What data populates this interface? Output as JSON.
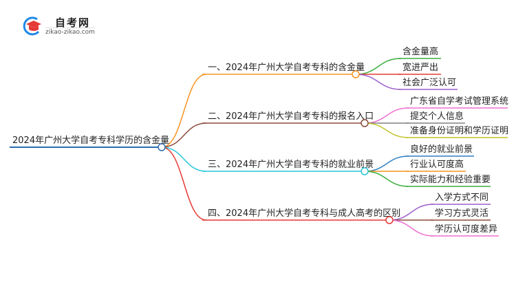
{
  "logo": {
    "title": "自考网",
    "url": "zikao-zikao.com"
  },
  "root": {
    "label": "2024年广州大学自考专科学历的含金量",
    "color": "#2b6cb0"
  },
  "branches": [
    {
      "label": "一、2024年广州大学自考专科的含金量",
      "color": "#f7931e",
      "children": [
        {
          "label": "含金量高",
          "color": "#3aae3a"
        },
        {
          "label": "宽进严出",
          "color": "#e53935"
        },
        {
          "label": "社会广泛认可",
          "color": "#9c5fc9"
        }
      ]
    },
    {
      "label": "二、2024年广州大学自考专科的报名入口",
      "color": "#8d4a3c",
      "children": [
        {
          "label": "广东省自学考试管理系统",
          "color": "#ee6fcf"
        },
        {
          "label": "提交个人信息",
          "color": "#808080"
        },
        {
          "label": "准备身份证明和学历证明",
          "color": "#c2c22a"
        }
      ]
    },
    {
      "label": "三、2024年广州大学自考专科的就业前景",
      "color": "#26c6da",
      "children": [
        {
          "label": "良好的就业前景",
          "color": "#2f7fc1"
        },
        {
          "label": "行业认可度高",
          "color": "#f7931e"
        },
        {
          "label": "实际能力和经验重要",
          "color": "#3aae3a"
        }
      ]
    },
    {
      "label": "四、2024年广州大学自考专科与成人高考的区别",
      "color": "#e53935",
      "children": [
        {
          "label": "入学方式不同",
          "color": "#9c5fc9"
        },
        {
          "label": "学习方式灵活",
          "color": "#8d4a3c"
        },
        {
          "label": "学历认可度差异",
          "color": "#ee6fcf"
        }
      ]
    }
  ]
}
